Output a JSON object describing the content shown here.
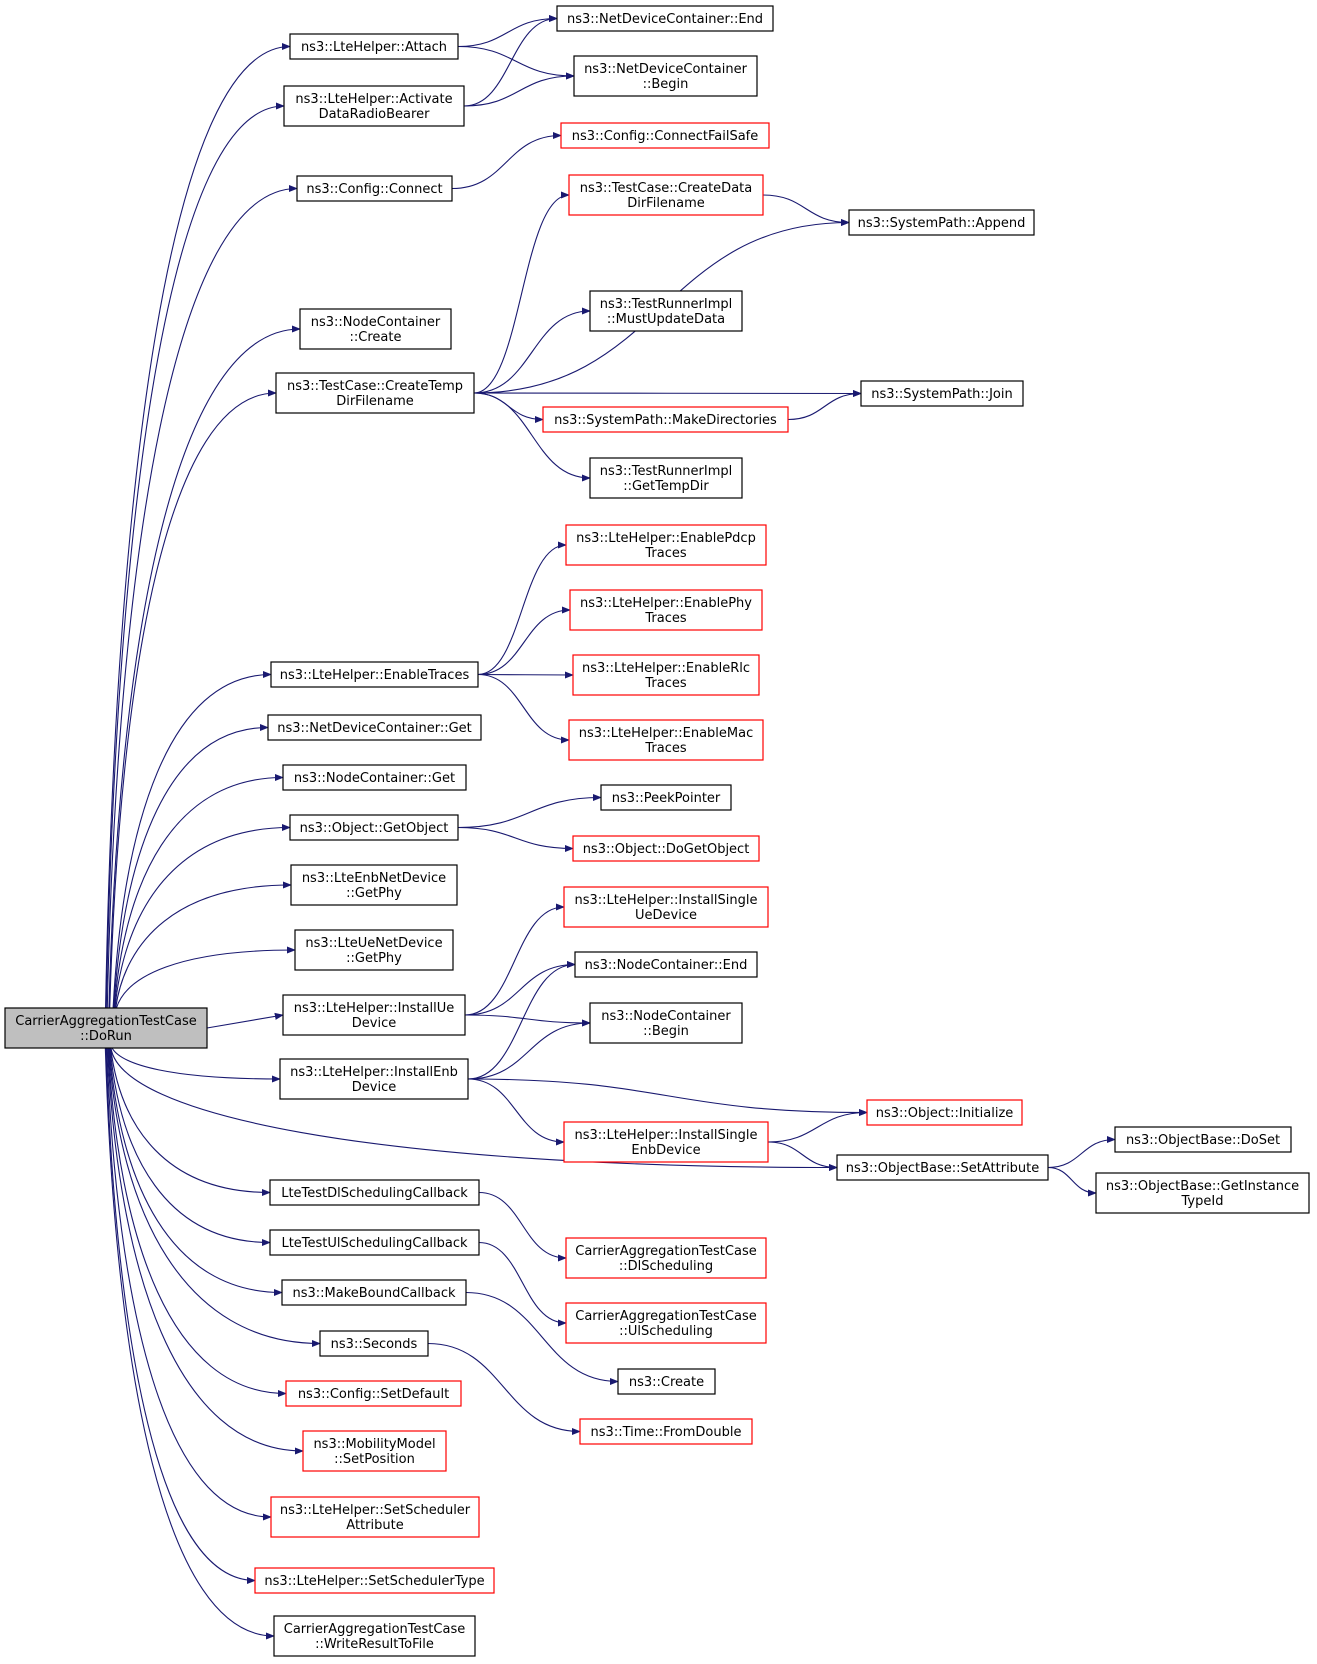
{
  "colors": {
    "edge": "#191970",
    "link_border": "#000000",
    "truncated_border": "#ff0000",
    "root_fill": "#bfbfbf"
  },
  "nodes": [
    {
      "id": "root",
      "lines": [
        "CarrierAggregationTestCase",
        "::DoRun"
      ],
      "style": "root"
    },
    {
      "id": "attach",
      "lines": [
        "ns3::LteHelper::Attach"
      ],
      "style": "black"
    },
    {
      "id": "adrb",
      "lines": [
        "ns3::LteHelper::Activate",
        "DataRadioBearer"
      ],
      "style": "black"
    },
    {
      "id": "connect",
      "lines": [
        "ns3::Config::Connect"
      ],
      "style": "black"
    },
    {
      "id": "nccreate",
      "lines": [
        "ns3::NodeContainer",
        "::Create"
      ],
      "style": "black"
    },
    {
      "id": "ctdf",
      "lines": [
        "ns3::TestCase::CreateTemp",
        "DirFilename"
      ],
      "style": "black"
    },
    {
      "id": "enabletraces",
      "lines": [
        "ns3::LteHelper::EnableTraces"
      ],
      "style": "black"
    },
    {
      "id": "ndcget",
      "lines": [
        "ns3::NetDeviceContainer::Get"
      ],
      "style": "black"
    },
    {
      "id": "ncget",
      "lines": [
        "ns3::NodeContainer::Get"
      ],
      "style": "black"
    },
    {
      "id": "getobject",
      "lines": [
        "ns3::Object::GetObject"
      ],
      "style": "black"
    },
    {
      "id": "enbgetphy",
      "lines": [
        "ns3::LteEnbNetDevice",
        "::GetPhy"
      ],
      "style": "black"
    },
    {
      "id": "uegetphy",
      "lines": [
        "ns3::LteUeNetDevice",
        "::GetPhy"
      ],
      "style": "black"
    },
    {
      "id": "installue",
      "lines": [
        "ns3::LteHelper::InstallUe",
        "Device"
      ],
      "style": "black"
    },
    {
      "id": "installenb",
      "lines": [
        "ns3::LteHelper::InstallEnb",
        "Device"
      ],
      "style": "black"
    },
    {
      "id": "dlcb",
      "lines": [
        "LteTestDlSchedulingCallback"
      ],
      "style": "black"
    },
    {
      "id": "ulcb",
      "lines": [
        "LteTestUlSchedulingCallback"
      ],
      "style": "black"
    },
    {
      "id": "mbc",
      "lines": [
        "ns3::MakeBoundCallback"
      ],
      "style": "black"
    },
    {
      "id": "seconds",
      "lines": [
        "ns3::Seconds"
      ],
      "style": "black"
    },
    {
      "id": "setdefault",
      "lines": [
        "ns3::Config::SetDefault"
      ],
      "style": "red"
    },
    {
      "id": "setposition",
      "lines": [
        "ns3::MobilityModel",
        "::SetPosition"
      ],
      "style": "red"
    },
    {
      "id": "schedattr",
      "lines": [
        "ns3::LteHelper::SetScheduler",
        "Attribute"
      ],
      "style": "red"
    },
    {
      "id": "schedtype",
      "lines": [
        "ns3::LteHelper::SetSchedulerType"
      ],
      "style": "red"
    },
    {
      "id": "writeresult",
      "lines": [
        "CarrierAggregationTestCase",
        "::WriteResultToFile"
      ],
      "style": "black"
    },
    {
      "id": "ndcend",
      "lines": [
        "ns3::NetDeviceContainer::End"
      ],
      "style": "black"
    },
    {
      "id": "ndcbegin",
      "lines": [
        "ns3::NetDeviceContainer",
        "::Begin"
      ],
      "style": "black"
    },
    {
      "id": "cfs",
      "lines": [
        "ns3::Config::ConnectFailSafe"
      ],
      "style": "red"
    },
    {
      "id": "ctdatadir",
      "lines": [
        "ns3::TestCase::CreateData",
        "DirFilename"
      ],
      "style": "red"
    },
    {
      "id": "mud",
      "lines": [
        "ns3::TestRunnerImpl",
        "::MustUpdateData"
      ],
      "style": "black"
    },
    {
      "id": "makedirs",
      "lines": [
        "ns3::SystemPath::MakeDirectories"
      ],
      "style": "red"
    },
    {
      "id": "gettempdir",
      "lines": [
        "ns3::TestRunnerImpl",
        "::GetTempDir"
      ],
      "style": "black"
    },
    {
      "id": "pdcp",
      "lines": [
        "ns3::LteHelper::EnablePdcp",
        "Traces"
      ],
      "style": "red"
    },
    {
      "id": "phy",
      "lines": [
        "ns3::LteHelper::EnablePhy",
        "Traces"
      ],
      "style": "red"
    },
    {
      "id": "rlc",
      "lines": [
        "ns3::LteHelper::EnableRlc",
        "Traces"
      ],
      "style": "red"
    },
    {
      "id": "mac",
      "lines": [
        "ns3::LteHelper::EnableMac",
        "Traces"
      ],
      "style": "red"
    },
    {
      "id": "peek",
      "lines": [
        "ns3::PeekPointer"
      ],
      "style": "black"
    },
    {
      "id": "dogetobject",
      "lines": [
        "ns3::Object::DoGetObject"
      ],
      "style": "red"
    },
    {
      "id": "isue",
      "lines": [
        "ns3::LteHelper::InstallSingle",
        "UeDevice"
      ],
      "style": "red"
    },
    {
      "id": "ncend",
      "lines": [
        "ns3::NodeContainer::End"
      ],
      "style": "black"
    },
    {
      "id": "ncbegin",
      "lines": [
        "ns3::NodeContainer",
        "::Begin"
      ],
      "style": "black"
    },
    {
      "id": "isenb",
      "lines": [
        "ns3::LteHelper::InstallSingle",
        "EnbDevice"
      ],
      "style": "red"
    },
    {
      "id": "dlsched",
      "lines": [
        "CarrierAggregationTestCase",
        "::DlScheduling"
      ],
      "style": "red"
    },
    {
      "id": "ulsched",
      "lines": [
        "CarrierAggregationTestCase",
        "::UlScheduling"
      ],
      "style": "red"
    },
    {
      "id": "create",
      "lines": [
        "ns3::Create"
      ],
      "style": "black"
    },
    {
      "id": "fromdouble",
      "lines": [
        "ns3::Time::FromDouble"
      ],
      "style": "red"
    },
    {
      "id": "append",
      "lines": [
        "ns3::SystemPath::Append"
      ],
      "style": "black"
    },
    {
      "id": "join",
      "lines": [
        "ns3::SystemPath::Join"
      ],
      "style": "black"
    },
    {
      "id": "initialize",
      "lines": [
        "ns3::Object::Initialize"
      ],
      "style": "red"
    },
    {
      "id": "setattr",
      "lines": [
        "ns3::ObjectBase::SetAttribute"
      ],
      "style": "black"
    },
    {
      "id": "doset",
      "lines": [
        "ns3::ObjectBase::DoSet"
      ],
      "style": "black"
    },
    {
      "id": "getinst",
      "lines": [
        "ns3::ObjectBase::GetInstance",
        "TypeId"
      ],
      "style": "black"
    }
  ],
  "edges": [
    [
      "root",
      "attach"
    ],
    [
      "root",
      "adrb"
    ],
    [
      "root",
      "connect"
    ],
    [
      "root",
      "nccreate"
    ],
    [
      "root",
      "ctdf"
    ],
    [
      "root",
      "enabletraces"
    ],
    [
      "root",
      "ndcget"
    ],
    [
      "root",
      "ncget"
    ],
    [
      "root",
      "getobject"
    ],
    [
      "root",
      "enbgetphy"
    ],
    [
      "root",
      "uegetphy"
    ],
    [
      "root",
      "installue"
    ],
    [
      "root",
      "installenb"
    ],
    [
      "root",
      "setattr"
    ],
    [
      "root",
      "dlcb"
    ],
    [
      "root",
      "ulcb"
    ],
    [
      "root",
      "mbc"
    ],
    [
      "root",
      "seconds"
    ],
    [
      "root",
      "setdefault"
    ],
    [
      "root",
      "setposition"
    ],
    [
      "root",
      "schedattr"
    ],
    [
      "root",
      "schedtype"
    ],
    [
      "root",
      "writeresult"
    ],
    [
      "attach",
      "ndcend"
    ],
    [
      "attach",
      "ndcbegin"
    ],
    [
      "adrb",
      "ndcend"
    ],
    [
      "adrb",
      "ndcbegin"
    ],
    [
      "connect",
      "cfs"
    ],
    [
      "ctdf",
      "ctdatadir"
    ],
    [
      "ctdf",
      "append"
    ],
    [
      "ctdf",
      "mud"
    ],
    [
      "ctdf",
      "join"
    ],
    [
      "ctdf",
      "makedirs"
    ],
    [
      "ctdf",
      "gettempdir"
    ],
    [
      "ctdatadir",
      "append"
    ],
    [
      "makedirs",
      "join"
    ],
    [
      "enabletraces",
      "pdcp"
    ],
    [
      "enabletraces",
      "phy"
    ],
    [
      "enabletraces",
      "rlc"
    ],
    [
      "enabletraces",
      "mac"
    ],
    [
      "getobject",
      "peek"
    ],
    [
      "getobject",
      "dogetobject"
    ],
    [
      "installue",
      "isue"
    ],
    [
      "installue",
      "ncend"
    ],
    [
      "installue",
      "ncbegin"
    ],
    [
      "installenb",
      "ncend"
    ],
    [
      "installenb",
      "ncbegin"
    ],
    [
      "installenb",
      "initialize"
    ],
    [
      "installenb",
      "isenb"
    ],
    [
      "isenb",
      "initialize"
    ],
    [
      "isenb",
      "setattr"
    ],
    [
      "setattr",
      "doset"
    ],
    [
      "setattr",
      "getinst"
    ],
    [
      "dlcb",
      "dlsched"
    ],
    [
      "ulcb",
      "ulsched"
    ],
    [
      "mbc",
      "create"
    ],
    [
      "seconds",
      "fromdouble"
    ]
  ]
}
